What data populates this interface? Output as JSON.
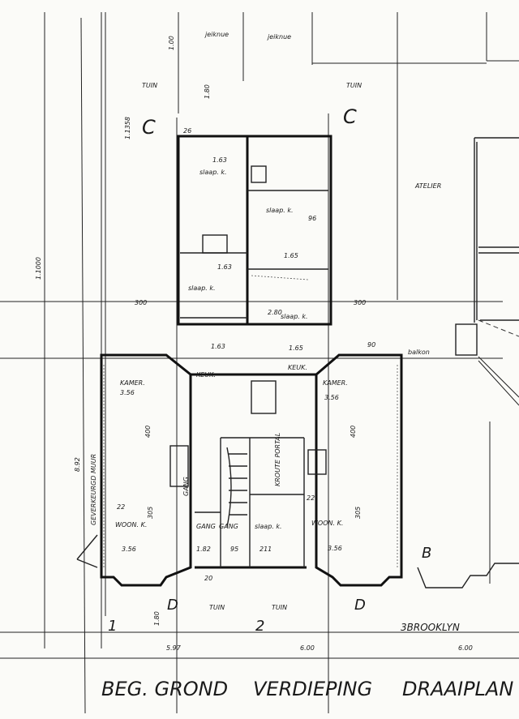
{
  "plan": {
    "top_labels": [
      "jeiknue",
      "jeiknue"
    ],
    "garden_left": "TUIN",
    "garden_right": "TUIN",
    "garden_bottom_1": "TUIN",
    "garden_bottom_2": "TUIN",
    "section_c_left": "C",
    "section_c_right": "C",
    "section_d_left": "D",
    "section_d_right": "D",
    "section_b": "B",
    "atelier": "ATELIER",
    "rooms": {
      "slaapk_1": "slaap. k.",
      "slaapk_2": "slaap. k.",
      "slaapk_3": "slaap. k.",
      "slaapk_4": "slaap. k.",
      "slaapk_5": "slaap. k.",
      "keuk_left": "KEUK.",
      "keuk_right": "KEUK.",
      "kamer_left": "KAMER.",
      "kamer_right": "KAMER.",
      "woonk_left": "WOON. K.",
      "woonk_right": "WOON. K.",
      "gang_left": "GANG",
      "gang_mid1": "GANG",
      "gang_mid2": "GANG",
      "balkon": "balkon",
      "vertical_left": "GEVERKEURGD MUUR",
      "vertical_center": "KROUTE PORTAL"
    },
    "dimensions": {
      "d_100": "1.00",
      "d_180": "1.80",
      "d_1358": "1.1358",
      "d_1000": "1.1000",
      "d_300_left": "300",
      "d_300_right": "300",
      "d_163a": "1.63",
      "d_163b": "1.63",
      "d_163c": "1.63",
      "d_165a": "1.65",
      "d_165b": "1.65",
      "d_26": "26",
      "d_96": "96",
      "d_356_left": "3.56",
      "d_356_right": "3.56",
      "d_400_left": "400",
      "d_400_right": "400",
      "d_305_left": "305",
      "d_305_right": "305",
      "d_22_left": "22",
      "d_22_right": "22",
      "d_892": "8.92",
      "d_20": "20",
      "d_95": "95",
      "d_90": "90",
      "d_182": "1.82",
      "d_211": "211",
      "d_180b": "1.80",
      "d_280": "2.80",
      "d_597": "5.97",
      "d_600a": "6.00",
      "d_600b": "6.00",
      "axis_1": "1",
      "axis_2": "2",
      "axis_3": "3",
      "brooklyn": "BROOKLYN"
    },
    "bottom_titles": [
      "BEG. GROND",
      "VERDIEPING",
      "DRAAIPLAN"
    ]
  }
}
